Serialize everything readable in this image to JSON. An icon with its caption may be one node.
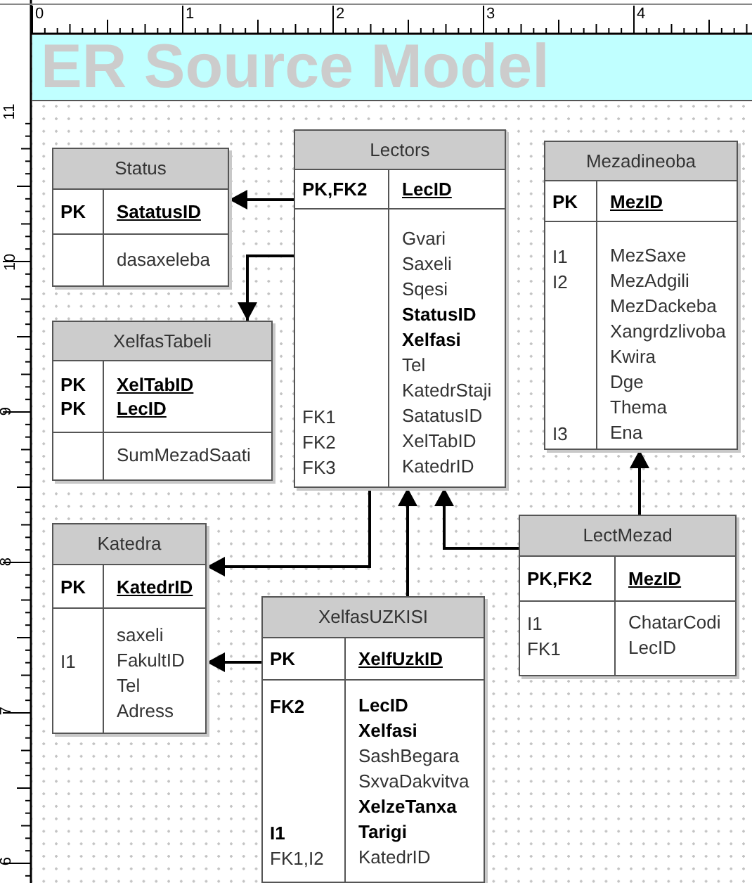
{
  "diagram": {
    "title": "ER Source Model",
    "nodes": [
      {
        "text": [
          "Status",
          "PK",
          "SatatusID",
          "dasaxeleba"
        ]
      },
      {
        "text": [
          "Lectors",
          "PK,FK2",
          "LecID",
          "FK1",
          "FK2",
          "FK3",
          "Gvari",
          "Saxeli",
          "Sqesi",
          "StatusID",
          "Xelfasi",
          "Tel",
          "KatedrStaji",
          "SatatusID",
          "XelTabID",
          "KatedrID"
        ]
      },
      {
        "text": [
          "Mezadineoba",
          "PK",
          "MezID",
          "I1",
          "I2",
          "I3",
          "MezSaxe",
          "MezAdgili",
          "MezDackeba",
          "Xangrdzlivoba",
          "Kwira",
          "Dge",
          "Thema",
          "Ena"
        ]
      },
      {
        "text": [
          "XelfasTabeli",
          "PK",
          "PK",
          "XelTabID",
          "LecID",
          "SumMezadSaati"
        ]
      },
      {
        "text": [
          "Katedra",
          "PK",
          "KatedrID",
          "I1",
          "saxeli",
          "FakultID",
          "Tel",
          "Adress"
        ]
      },
      {
        "text": [
          "LectMezad",
          "PK,FK2",
          "MezID",
          "I1",
          "FK1",
          "ChatarCodi",
          "LecID"
        ]
      },
      {
        "text": [
          "XelfasUZKISI",
          "PK",
          "XelfUzkID",
          "FK2",
          "I1",
          "FK1,I2",
          "LecID",
          "Xelfasi",
          "SashBegara",
          "SxvaDakvitva",
          "XelzeTanxa",
          "Tarigi",
          "KatedrID"
        ]
      }
    ],
    "edges": [
      {
        "from": 1,
        "to": 0,
        "arrow": "to"
      },
      {
        "from": 1,
        "to": 3,
        "arrow": "to"
      },
      {
        "from": 1,
        "to": 4,
        "arrow": "to"
      },
      {
        "from": 6,
        "to": 1,
        "arrow": "to"
      },
      {
        "from": 5,
        "to": 1,
        "arrow": "to"
      },
      {
        "from": 5,
        "to": 2,
        "arrow": "to"
      },
      {
        "from": 6,
        "to": 4,
        "arrow": "to"
      }
    ],
    "labels": [
      "0",
      "1",
      "2",
      "3",
      "4",
      "11",
      "10",
      "9",
      "8",
      "7",
      "6"
    ]
  }
}
